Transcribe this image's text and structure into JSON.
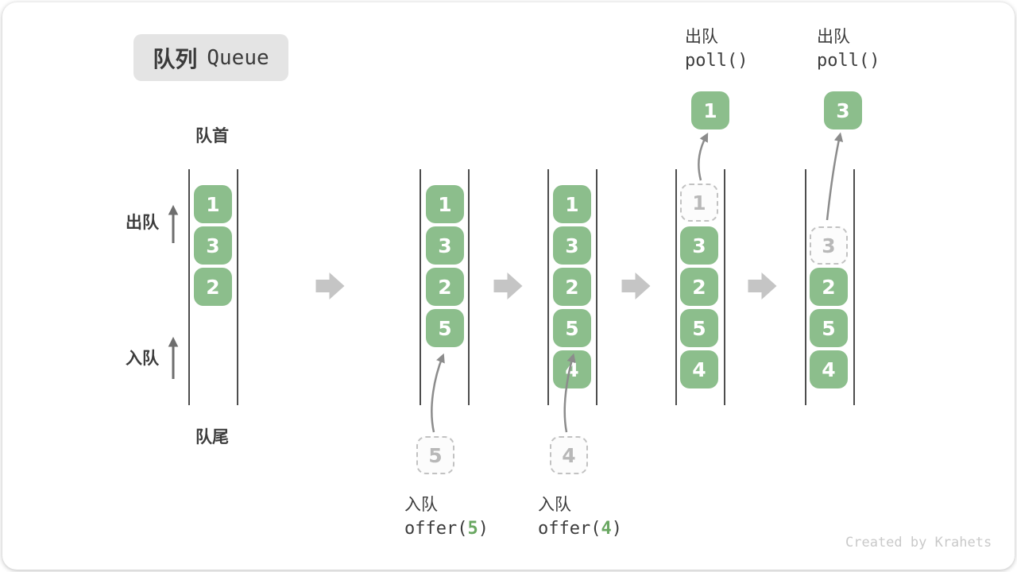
{
  "title": {
    "zh": "队列",
    "en": "Queue"
  },
  "side_labels": {
    "front": "队首",
    "rear": "队尾",
    "dequeue": "出队",
    "enqueue": "入队"
  },
  "states": [
    {
      "cells": [
        "1",
        "3",
        "2"
      ]
    },
    {
      "cells": [
        "1",
        "3",
        "2",
        "5"
      ],
      "pending": "5",
      "op_label": "入队",
      "op_fn_pre": "offer(",
      "op_arg": "5",
      "op_fn_post": ")"
    },
    {
      "cells": [
        "1",
        "3",
        "2",
        "5",
        "4"
      ],
      "pending": "4",
      "op_label": "入队",
      "op_fn_pre": "offer(",
      "op_arg": "4",
      "op_fn_post": ")"
    },
    {
      "ghost": "1",
      "cells": [
        "3",
        "2",
        "5",
        "4"
      ],
      "polled": "1",
      "op_label": "出队",
      "op_code": "poll()"
    },
    {
      "ghost": "3",
      "cells": [
        "2",
        "5",
        "4"
      ],
      "polled": "3",
      "op_label": "出队",
      "op_code": "poll()"
    }
  ],
  "watermark": "Created by Krahets",
  "colors": {
    "cell_fill": "#8cbe8c",
    "cell_text": "#ffffff",
    "ghost_border": "#c2c2c2",
    "ghost_text": "#b8b8b8",
    "code_arg_green": "#69a761",
    "transition_arrow": "#c5c5c5",
    "flow_arrow": "#7a7a7a",
    "text_dark": "#3c3c3c",
    "badge_bg": "#e4e4e4"
  }
}
